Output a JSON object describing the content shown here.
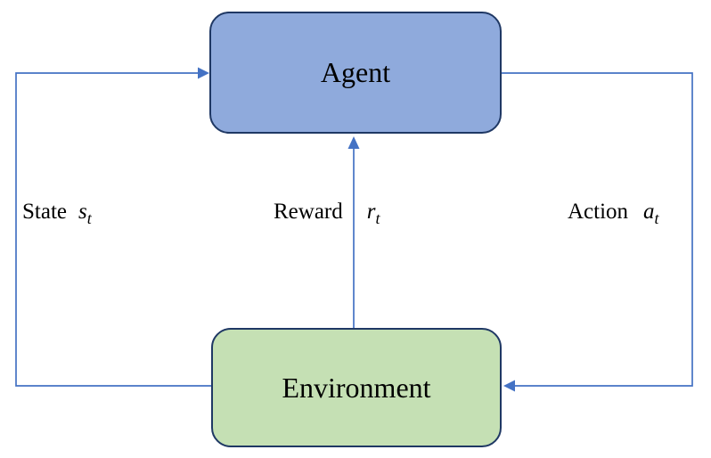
{
  "diagram": {
    "nodes": {
      "agent": {
        "label": "Agent"
      },
      "environment": {
        "label": "Environment"
      }
    },
    "edges": {
      "state": {
        "label": "State",
        "symbol": "s",
        "subscript": "t",
        "from": "environment",
        "to": "agent"
      },
      "reward": {
        "label": "Reward",
        "symbol": "r",
        "subscript": "t",
        "from": "environment",
        "to": "agent"
      },
      "action": {
        "label": "Action",
        "symbol": "a",
        "subscript": "t",
        "from": "agent",
        "to": "environment"
      }
    },
    "colors": {
      "agent_fill": "#8faadc",
      "environment_fill": "#c5e0b4",
      "node_border": "#1f3864",
      "arrow": "#4472c4",
      "text": "#000000",
      "background": "#ffffff"
    }
  }
}
